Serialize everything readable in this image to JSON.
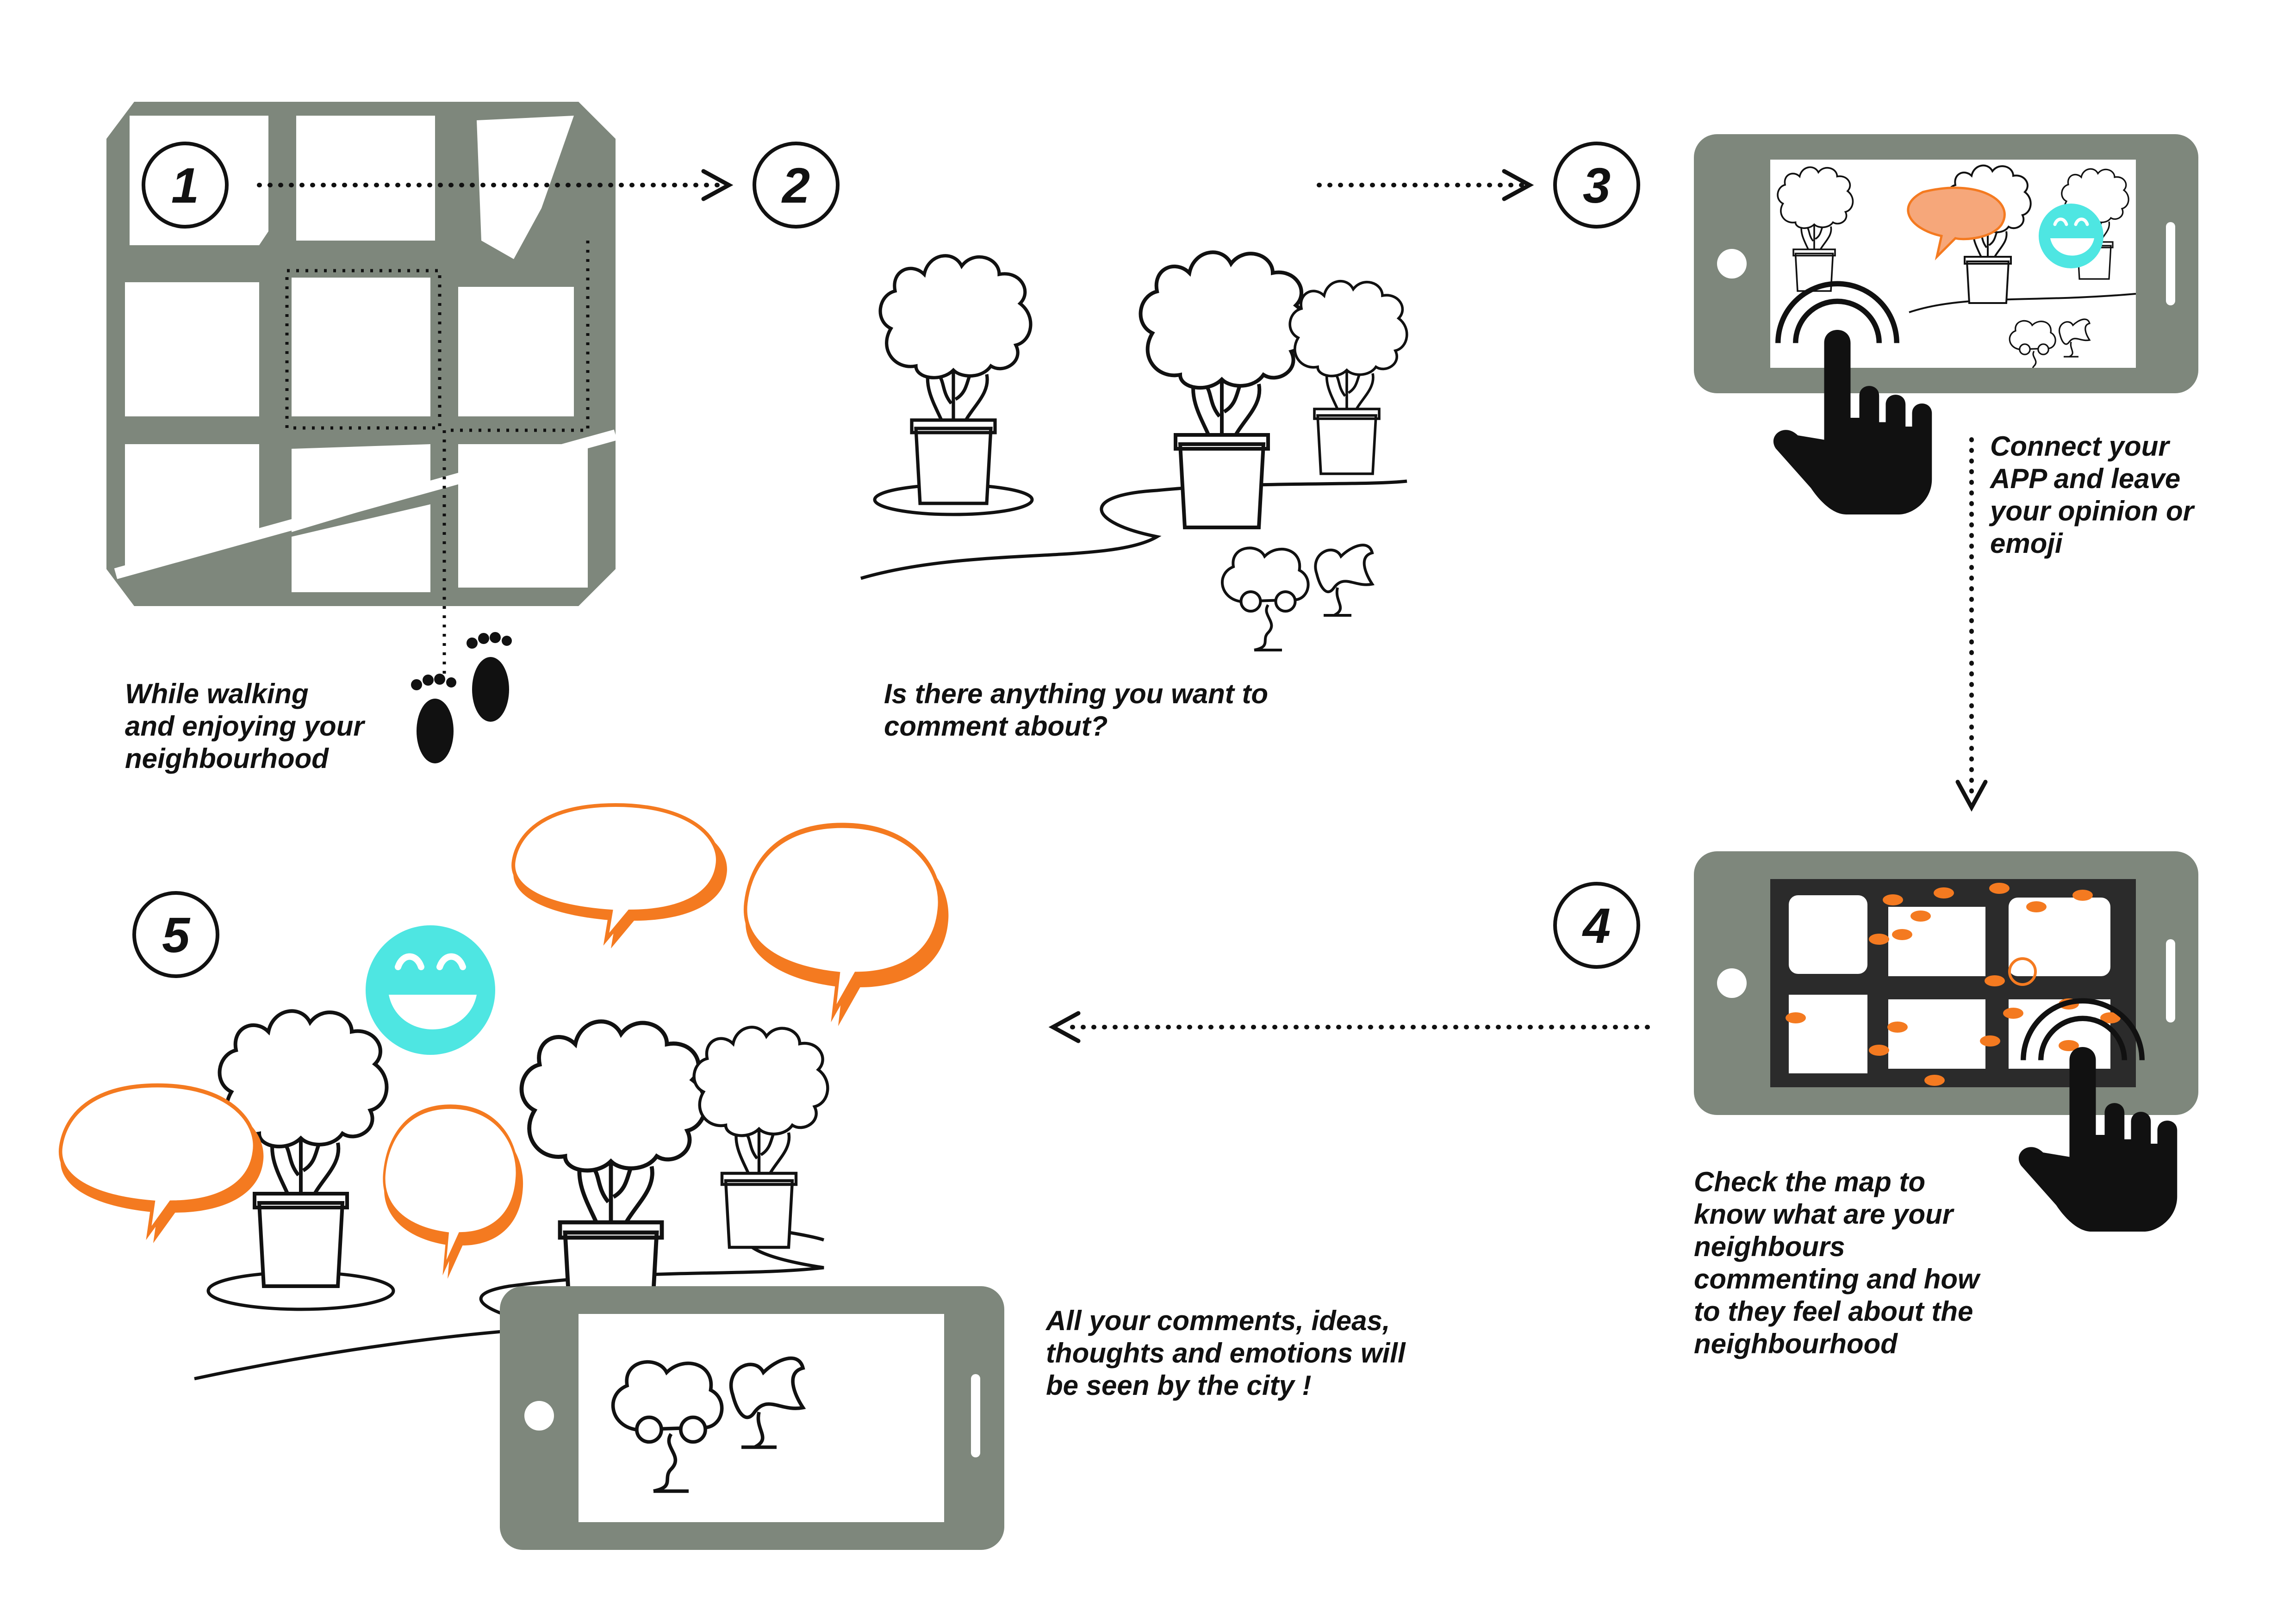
{
  "steps": [
    {
      "number": "1",
      "caption": "While walking\nand enjoying your\nneighbourhood"
    },
    {
      "number": "2",
      "caption": "Is there anything you want to\ncomment about?"
    },
    {
      "number": "3",
      "caption": "Connect your\nAPP and leave\nyour opinion or\nemoji"
    },
    {
      "number": "4",
      "caption": "Check the map to\nknow what  are your\nneighbours\ncommenting and how\nto they feel about  the\nneighbourhood"
    },
    {
      "number": "5",
      "caption": "All your comments, ideas,\nthoughts  and emotions will\nbe seen by the city !"
    }
  ],
  "colors": {
    "phone": "#7e877c",
    "map": "#7e877c",
    "orange": "#f47a20",
    "bubble_fill": "#f6a77a",
    "emoji": "#4ee6e2",
    "ink": "#111111",
    "dark_map": "#2b2b2b"
  },
  "icons": [
    "neighbourhood-map",
    "footprints-icon",
    "tree-pot-icon",
    "playground-icon",
    "smartphone-icon",
    "touch-hand-icon",
    "speech-bubble-icon",
    "smiley-emoji-icon",
    "arrow-icon"
  ]
}
